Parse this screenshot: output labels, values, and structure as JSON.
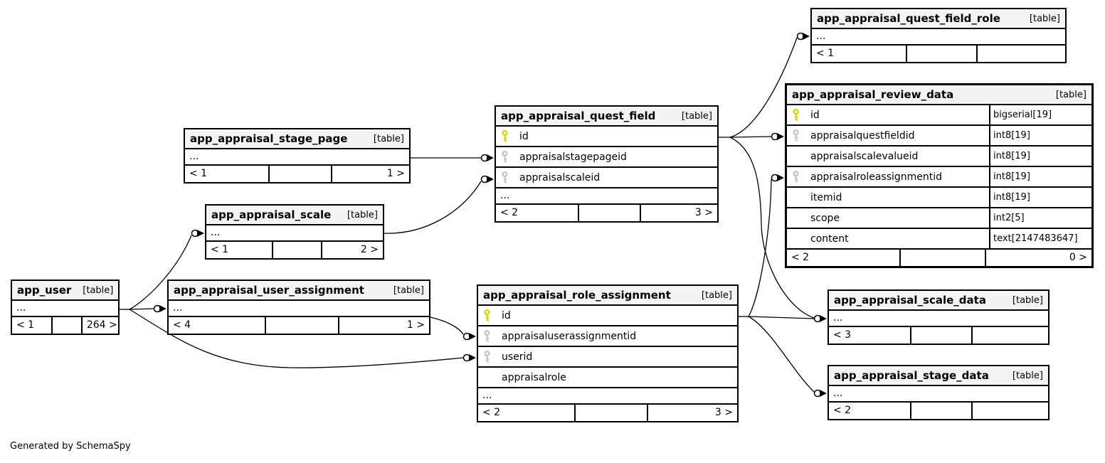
{
  "colors": {
    "primary_key": "#d4d400",
    "foreign_key": "#c4c4c4",
    "header_bg": "#f4f4f4",
    "border": "#000000"
  },
  "footer_note": "Generated by SchemaSpy",
  "tables": {
    "quest_field_role": {
      "name": "app_appraisal_quest_field_role",
      "tag": "[table]",
      "ellipsis": "...",
      "footer": {
        "left": "< 1",
        "mid": "",
        "right": ""
      }
    },
    "review_data": {
      "name": "app_appraisal_review_data",
      "tag": "[table]",
      "columns": [
        {
          "name": "id",
          "type": "bigserial[19]",
          "key": "primary"
        },
        {
          "name": "appraisalquestfieldid",
          "type": "int8[19]",
          "key": "foreign"
        },
        {
          "name": "appraisalscalevalueid",
          "type": "int8[19]",
          "key": ""
        },
        {
          "name": "appraisalroleassignmentid",
          "type": "int8[19]",
          "key": "foreign"
        },
        {
          "name": "itemid",
          "type": "int8[19]",
          "key": ""
        },
        {
          "name": "scope",
          "type": "int2[5]",
          "key": ""
        },
        {
          "name": "content",
          "type": "text[2147483647]",
          "key": ""
        }
      ],
      "footer": {
        "left": "< 2",
        "mid": "",
        "right": "0 >"
      }
    },
    "quest_field": {
      "name": "app_appraisal_quest_field",
      "tag": "[table]",
      "ellipsis": "...",
      "columns": [
        {
          "name": "id",
          "key": "primary"
        },
        {
          "name": "appraisalstagepageid",
          "key": "foreign"
        },
        {
          "name": "appraisalscaleid",
          "key": "foreign"
        }
      ],
      "footer": {
        "left": "< 2",
        "mid": "",
        "right": "3 >"
      }
    },
    "stage_page": {
      "name": "app_appraisal_stage_page",
      "tag": "[table]",
      "ellipsis": "...",
      "footer": {
        "left": "< 1",
        "mid": "",
        "right": "1 >"
      }
    },
    "scale": {
      "name": "app_appraisal_scale",
      "tag": "[table]",
      "ellipsis": "...",
      "footer": {
        "left": "< 1",
        "mid": "",
        "right": "2 >"
      }
    },
    "app_user": {
      "name": "app_user",
      "tag": "[table]",
      "ellipsis": "...",
      "footer": {
        "left": "< 1",
        "mid": "",
        "right": "264 >"
      }
    },
    "user_assignment": {
      "name": "app_appraisal_user_assignment",
      "tag": "[table]",
      "ellipsis": "...",
      "footer": {
        "left": "< 4",
        "mid": "",
        "right": "1 >"
      }
    },
    "role_assignment": {
      "name": "app_appraisal_role_assignment",
      "tag": "[table]",
      "ellipsis": "...",
      "columns": [
        {
          "name": "id",
          "key": "primary"
        },
        {
          "name": "appraisaluserassignmentid",
          "key": "foreign"
        },
        {
          "name": "userid",
          "key": "foreign"
        },
        {
          "name": "appraisalrole",
          "key": ""
        }
      ],
      "footer": {
        "left": "< 2",
        "mid": "",
        "right": "3 >"
      }
    },
    "scale_data": {
      "name": "app_appraisal_scale_data",
      "tag": "[table]",
      "ellipsis": "...",
      "footer": {
        "left": "< 3",
        "mid": "",
        "right": ""
      }
    },
    "stage_data": {
      "name": "app_appraisal_stage_data",
      "tag": "[table]",
      "ellipsis": "...",
      "footer": {
        "left": "< 2",
        "mid": "",
        "right": ""
      }
    }
  }
}
